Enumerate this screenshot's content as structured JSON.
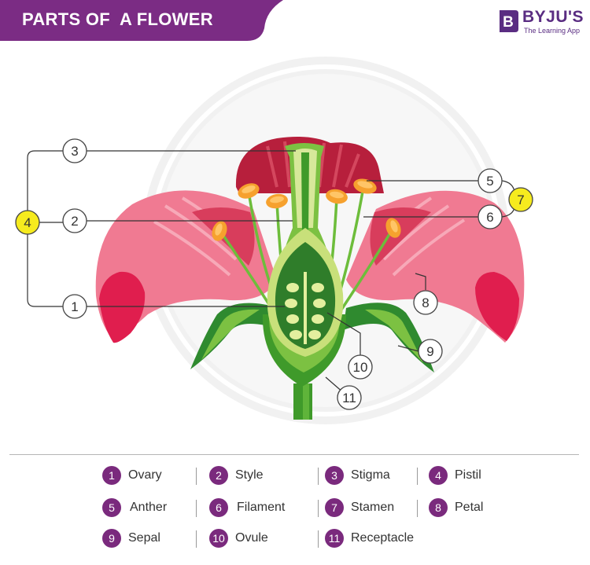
{
  "title": "PARTS OF  A FLOWER",
  "brand": {
    "name": "BYJU'S",
    "tagline": "The Learning App",
    "badge_letter": "B",
    "color": "#5a2d82"
  },
  "colors": {
    "banner": "#7b2c84",
    "legend_badge": "#7a2a7d",
    "highlight": "#f6eb1e"
  },
  "callouts": [
    "1",
    "2",
    "3",
    "4",
    "5",
    "6",
    "7",
    "8",
    "9",
    "10",
    "11"
  ],
  "legend": [
    {
      "num": "1",
      "label": "Ovary"
    },
    {
      "num": "2",
      "label": "Style"
    },
    {
      "num": "3",
      "label": "Stigma"
    },
    {
      "num": "4",
      "label": "Pistil"
    },
    {
      "num": "5",
      "label": "Anther"
    },
    {
      "num": "6",
      "label": "Filament"
    },
    {
      "num": "7",
      "label": "Stamen"
    },
    {
      "num": "8",
      "label": "Petal"
    },
    {
      "num": "9",
      "label": "Sepal"
    },
    {
      "num": "10",
      "label": "Ovule"
    },
    {
      "num": "11",
      "label": "Receptacle"
    }
  ]
}
